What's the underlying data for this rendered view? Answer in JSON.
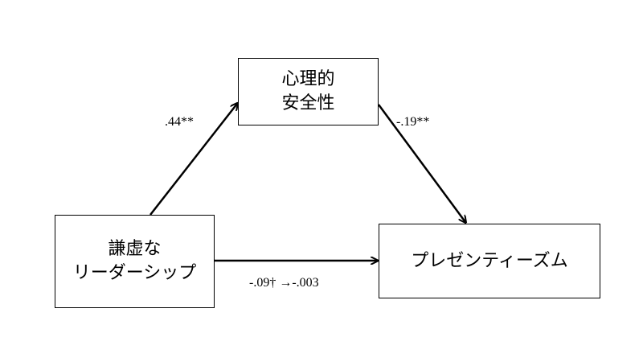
{
  "nodes": {
    "mediator": {
      "line1": "心理的",
      "line2": "安全性"
    },
    "predictor": {
      "line1": "謙虚な",
      "line2": "リーダーシップ"
    },
    "outcome": {
      "label": "プレゼンティーズム"
    }
  },
  "paths": {
    "a": ".44**",
    "b": "-.19**",
    "c": "-.09† →-.003"
  }
}
